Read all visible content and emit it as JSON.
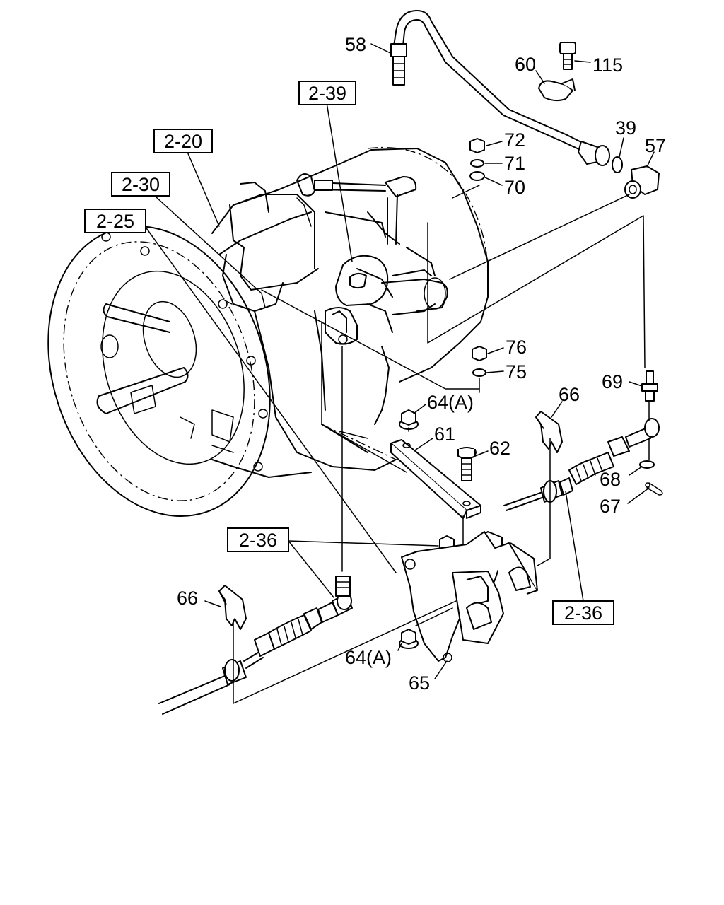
{
  "callouts": [
    {
      "id": "58",
      "text": "58"
    },
    {
      "id": "60",
      "text": "60"
    },
    {
      "id": "115",
      "text": "115"
    },
    {
      "id": "39",
      "text": "39"
    },
    {
      "id": "57",
      "text": "57"
    },
    {
      "id": "72",
      "text": "72"
    },
    {
      "id": "71",
      "text": "71"
    },
    {
      "id": "70",
      "text": "70"
    },
    {
      "id": "76",
      "text": "76"
    },
    {
      "id": "75",
      "text": "75"
    },
    {
      "id": "69",
      "text": "69"
    },
    {
      "id": "66a",
      "text": "66"
    },
    {
      "id": "64a",
      "text": "64(A)"
    },
    {
      "id": "61",
      "text": "61"
    },
    {
      "id": "62",
      "text": "62"
    },
    {
      "id": "68",
      "text": "68"
    },
    {
      "id": "67",
      "text": "67"
    },
    {
      "id": "66b",
      "text": "66"
    },
    {
      "id": "64b",
      "text": "64(A)"
    },
    {
      "id": "65",
      "text": "65"
    }
  ],
  "references": [
    {
      "id": "2-39",
      "text": "2-39"
    },
    {
      "id": "2-20",
      "text": "2-20"
    },
    {
      "id": "2-30",
      "text": "2-30"
    },
    {
      "id": "2-25",
      "text": "2-25"
    },
    {
      "id": "2-36a",
      "text": "2-36"
    },
    {
      "id": "2-36b",
      "text": "2-36"
    }
  ]
}
